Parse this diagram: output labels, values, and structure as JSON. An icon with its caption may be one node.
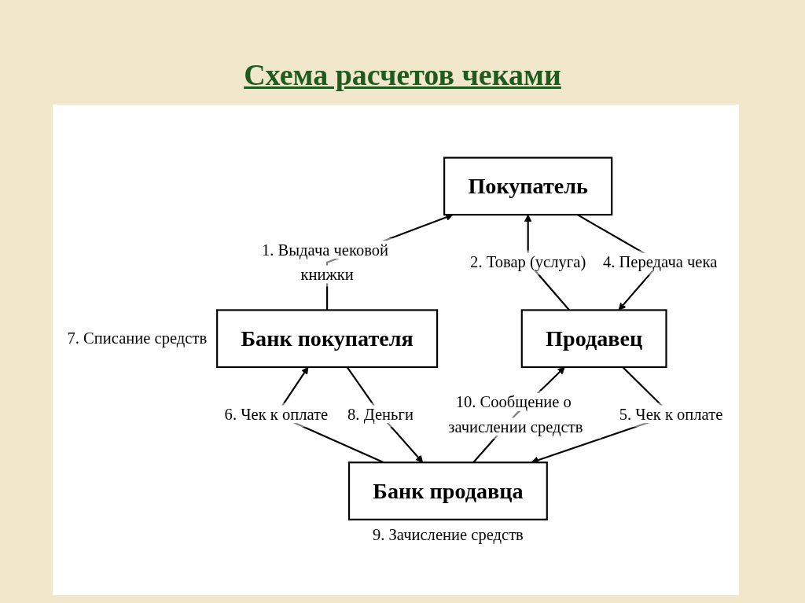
{
  "diagram": {
    "title": "Схема расчетов чеками",
    "nodes": [
      {
        "text": [
          "Продавец"
        ]
      },
      {
        "text": [
          "Покупатель"
        ]
      },
      {
        "text": [
          "Банк продавца"
        ],
        "beside": [
          "9. Зачисление средств"
        ]
      },
      {
        "text": [
          "Банк покупателя"
        ],
        "beside": [
          "7. Списание средств"
        ]
      }
    ],
    "edges": [
      {
        "from": 3,
        "to": 1,
        "arrow": "to",
        "label": "1. Выдача чековой книжки"
      },
      {
        "from": 0,
        "to": 1,
        "arrow": "to",
        "label": "2. Товар (услуга)"
      },
      {
        "from": 1,
        "to": 0,
        "arrow": "to",
        "label": "4. Передача чека"
      },
      {
        "from": 0,
        "to": 2,
        "arrow": "to",
        "label": "5. Чек к оплате"
      },
      {
        "from": 2,
        "to": 0,
        "arrow": "to",
        "label": "10. Сообщение о зачислении средств"
      },
      {
        "from": 2,
        "to": 3,
        "arrow": "to",
        "label": "6. Чек к оплате"
      },
      {
        "from": 3,
        "to": 2,
        "arrow": "to",
        "label": "8. Деньги"
      }
    ]
  }
}
